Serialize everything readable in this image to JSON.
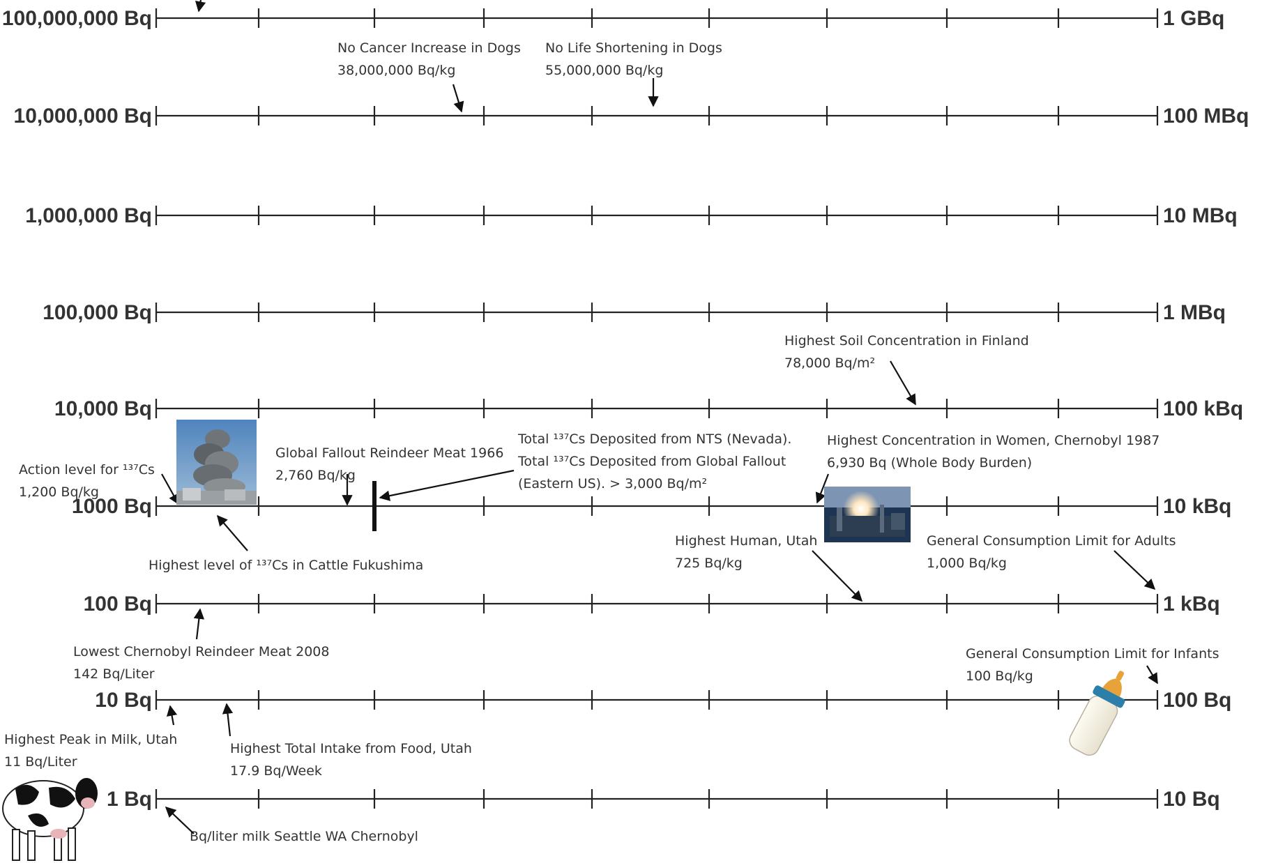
{
  "scales": [
    {
      "left": "100,000,000 Bq",
      "right": "1 GBq"
    },
    {
      "left": "10,000,000 Bq",
      "right": "100 MBq"
    },
    {
      "left": "1,000,000 Bq",
      "right": "10 MBq"
    },
    {
      "left": "100,000 Bq",
      "right": "1 MBq"
    },
    {
      "left": "10,000 Bq",
      "right": "100 kBq"
    },
    {
      "left": "1000 Bq",
      "right": "10 kBq"
    },
    {
      "left": "100 Bq",
      "right": "1 kBq"
    },
    {
      "left": "10 Bq",
      "right": "100 Bq"
    },
    {
      "left": "1 Bq",
      "right": "10 Bq"
    }
  ],
  "annotations": {
    "no_cancer_dogs": {
      "line1": "No Cancer Increase in Dogs",
      "line2": "38,000,000 Bq/kg"
    },
    "no_life_shortening_dogs": {
      "line1": "No Life Shortening in Dogs",
      "line2": "55,000,000 Bq/kg"
    },
    "soil_finland": {
      "line1": "Highest Soil Concentration in Finland",
      "line2": "78,000 Bq/m²"
    },
    "action_level": {
      "line1": "Action level for ¹³⁷Cs",
      "line2": "1,200 Bq/kg"
    },
    "reindeer_1966": {
      "line1": "Global Fallout Reindeer Meat 1966",
      "line2": "2,760 Bq/kg"
    },
    "total_deposited": {
      "line1": "Total ¹³⁷Cs Deposited from NTS (Nevada).",
      "line2": "Total ¹³⁷Cs Deposited from Global Fallout",
      "line3": "(Eastern US).   > 3,000 Bq/m²"
    },
    "women_chernobyl": {
      "line1": "Highest Concentration in Women, Chernobyl 1987",
      "line2": "6,930 Bq (Whole Body Burden)"
    },
    "cattle_fukushima": {
      "line1": "Highest level of ¹³⁷Cs in Cattle  Fukushima"
    },
    "human_utah": {
      "line1": "Highest Human, Utah",
      "line2": "725 Bq/kg"
    },
    "limit_adults": {
      "line1": "General Consumption Limit for Adults",
      "line2": "1,000 Bq/kg"
    },
    "reindeer_2008": {
      "line1": "Lowest Chernobyl Reindeer Meat 2008",
      "line2": "142 Bq/Liter"
    },
    "limit_infants": {
      "line1": "General Consumption Limit for Infants",
      "line2": "100 Bq/kg"
    },
    "milk_utah": {
      "line1": "Highest Peak in Milk, Utah",
      "line2": "11 Bq/Liter"
    },
    "food_utah": {
      "line1": "Highest Total Intake from Food, Utah",
      "line2": "17.9 Bq/Week"
    },
    "milk_seattle": {
      "line1": "Bq/liter milk Seattle WA Chernobyl"
    }
  },
  "images": [
    "fukushima-explosion-photo",
    "chernobyl-plant-photo",
    "baby-bottle-icon",
    "cow-icon"
  ],
  "colors": {
    "line": "#222222",
    "text": "#333333",
    "bottle_cap": "#e7a33a",
    "bottle_ring": "#2b7fa8",
    "smoke": "#6e7478",
    "sky": "#5f8fbf"
  }
}
